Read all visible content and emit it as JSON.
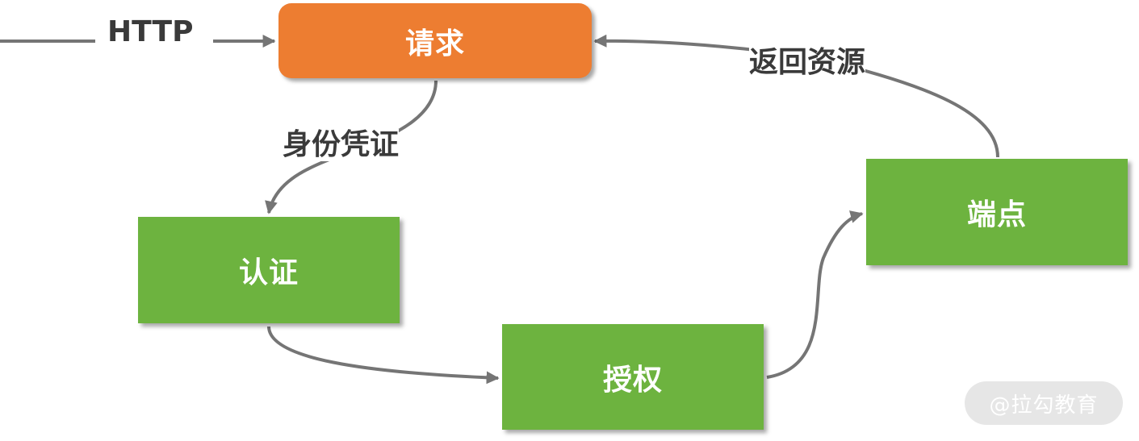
{
  "nodes": {
    "request": "请求",
    "authentication": "认证",
    "authorization": "授权",
    "endpoint": "端点"
  },
  "edge_labels": {
    "http": "HTTP",
    "credentials": "身份凭证",
    "return_resource": "返回资源"
  },
  "watermark": "@拉勾教育",
  "colors": {
    "request_node": "#ed7d31",
    "step_node": "#6db33f",
    "arrow": "#757575",
    "label_text": "#3a3a3a",
    "watermark_bg": "#e6e6e6"
  },
  "icons": {
    "arrowhead": "arrowhead-icon"
  }
}
